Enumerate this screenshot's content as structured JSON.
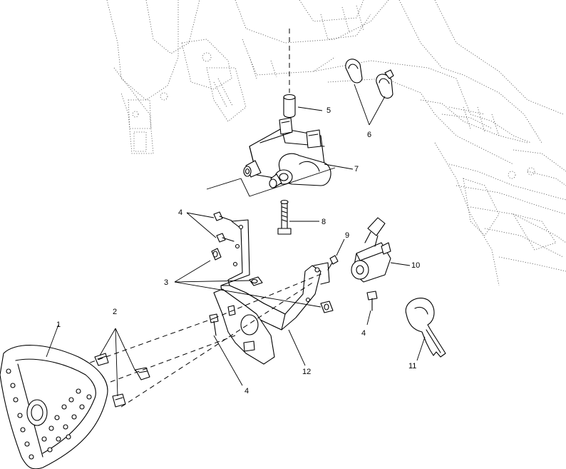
{
  "callouts": {
    "c1": "1",
    "c2": "2",
    "c3": "3",
    "c4a": "4",
    "c4b": "4",
    "c4c": "4",
    "c5": "5",
    "c6": "6",
    "c7": "7",
    "c8": "8",
    "c9": "9",
    "c10": "10",
    "c11": "11",
    "c12": "12"
  }
}
